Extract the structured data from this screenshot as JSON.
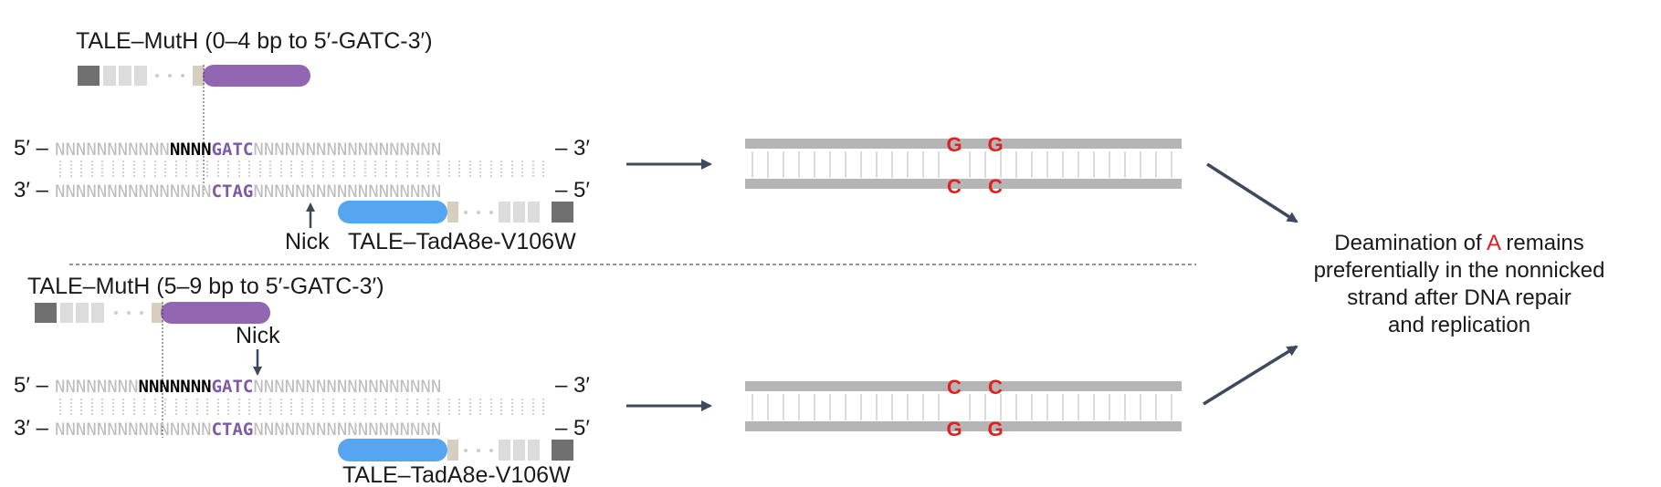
{
  "labels": {
    "mutH_top": "TALE–MutH (0–4 bp to 5′-GATC-3′)",
    "mutH_bottom": "TALE–MutH (5–9 bp to 5′-GATC-3′)",
    "nick_top": "Nick",
    "nick_bottom": "Nick",
    "tada_top": "TALE–TadA8e-V106W",
    "tada_bottom": "TALE–TadA8e-V106W"
  },
  "primes": {
    "five_left": "5′ –",
    "three_left": "3′ –",
    "three_right": "– 3′",
    "five_right": "– 5′"
  },
  "top_panel": {
    "strand_top": {
      "n_gray": "NNNNNNNNNNN",
      "n_black": "NNNN",
      "motif": "GATC",
      "n_tail": "NNNNNNNNNNNNNNNNNN"
    },
    "strand_bottom": {
      "n_gray": "NNNNNNNNNNNNNNN",
      "motif": "CTAG",
      "n_tail": "NNNNNNNNNNNNNNNNNN"
    }
  },
  "bottom_panel": {
    "strand_top": {
      "n_gray": "NNNNNNNN",
      "n_black": "NNNNNNN",
      "motif": "GATC",
      "n_tail": "NNNNNNNNNNNNNNNNNN"
    },
    "strand_bottom": {
      "n_gray": "NNNNNNNNNNNNNNN",
      "motif": "CTAG",
      "n_tail": "NNNNNNNNNNNNNNNNNN"
    }
  },
  "result_top": {
    "upper_bases": [
      "G",
      "G"
    ],
    "lower_bases": [
      "C",
      "C"
    ]
  },
  "result_bottom": {
    "upper_bases": [
      "C",
      "C"
    ],
    "lower_bases": [
      "G",
      "G"
    ]
  },
  "conclusion": {
    "line1_pre": "Deamination of ",
    "line1_highlight": "A",
    "line1_post": " remains",
    "line2": "preferentially in the nonnicked",
    "line3": "strand after DNA repair",
    "line4": "and replication"
  },
  "colors": {
    "mutH": "#9266b3",
    "tadA": "#55a5f0",
    "motif": "#7e5aa6",
    "highlight": "#e02020",
    "arrow": "#3d4a5c",
    "strand": "#b5b5b5"
  }
}
